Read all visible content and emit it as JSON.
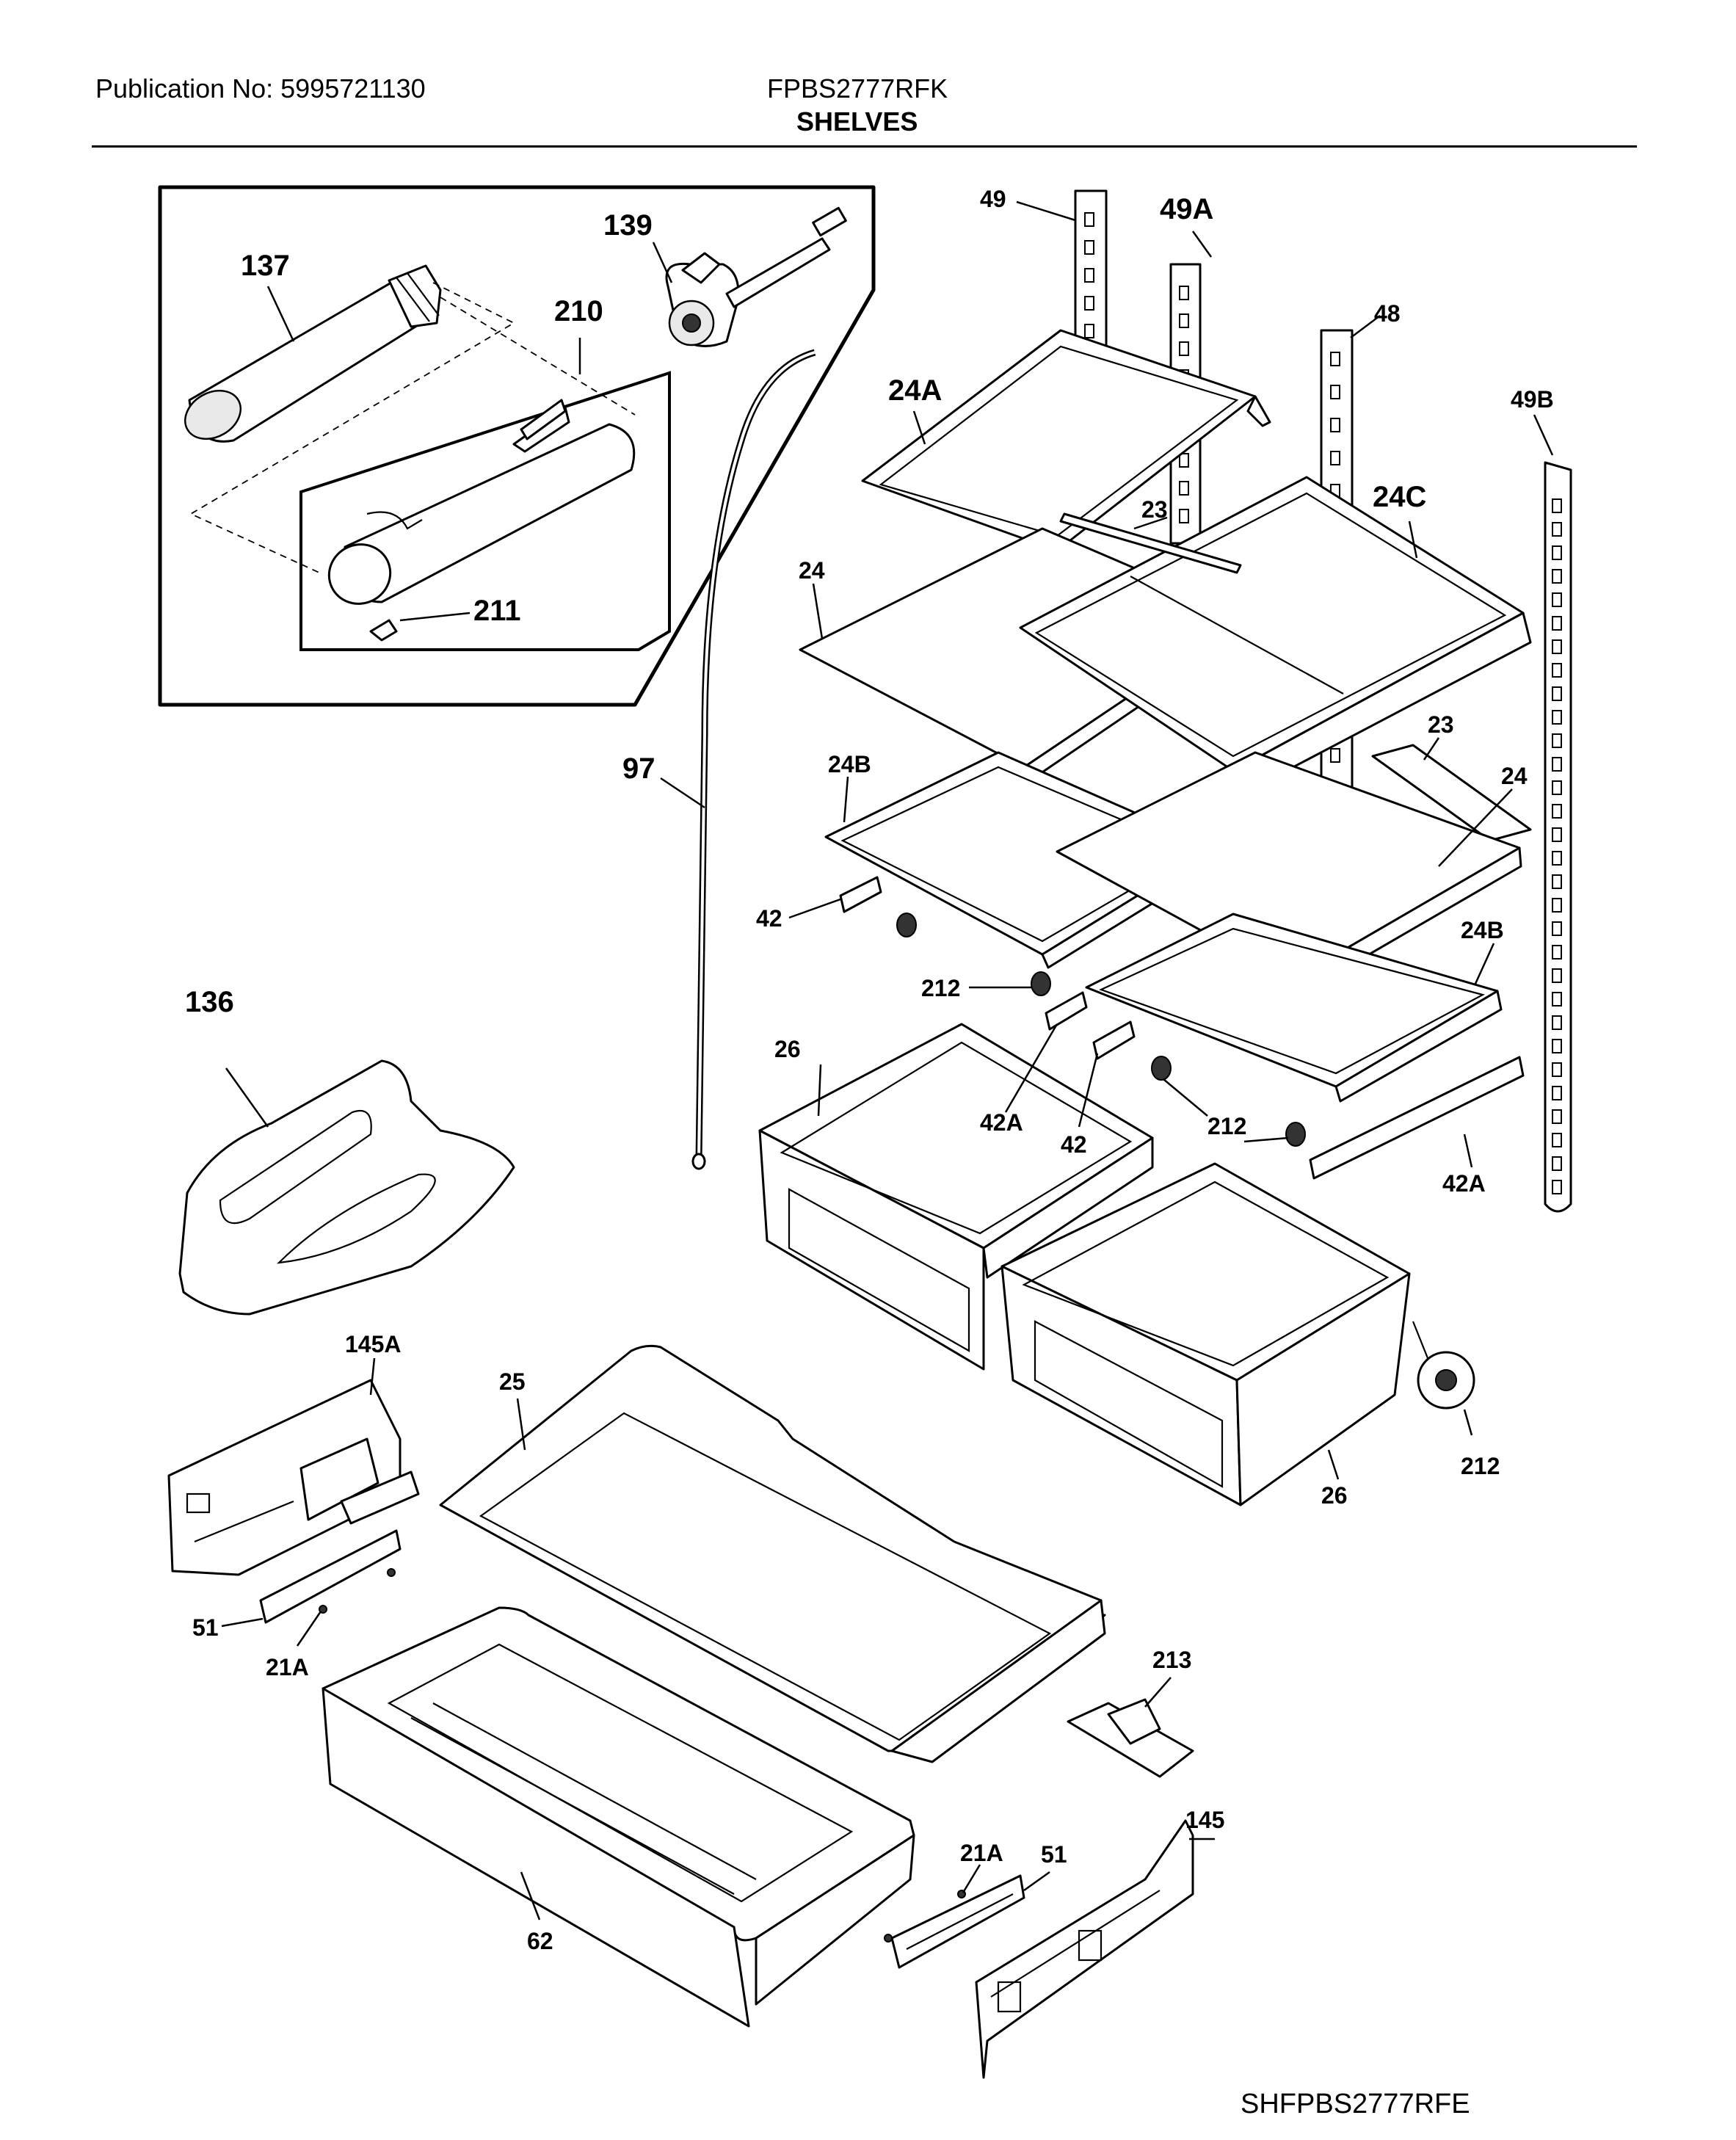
{
  "header": {
    "publication": "Publication No: 5995721130",
    "model": "FPBS2777RFK",
    "section_title": "SHELVES"
  },
  "footer": {
    "diagram_code": "SHFPBS2777RFE"
  },
  "callouts": {
    "p49": "49",
    "p49A": "49A",
    "p48": "48",
    "p49B": "49B",
    "p137": "137",
    "p139": "139",
    "p210": "210",
    "p211": "211",
    "p24A": "24A",
    "p23_top": "23",
    "p24C": "24C",
    "p24_top": "24",
    "p97": "97",
    "p24B_left": "24B",
    "p23_right": "23",
    "p24_right": "24",
    "p42_left": "42",
    "p24B_right": "24B",
    "p212_a": "212",
    "p136": "136",
    "p26_left": "26",
    "p42A_mid": "42A",
    "p42_mid": "42",
    "p212_b": "212",
    "p42A_right": "42A",
    "p145A": "145A",
    "p25": "25",
    "p212_c": "212",
    "p26_right": "26",
    "p51_left": "51",
    "p21A_left": "21A",
    "p213": "213",
    "p145": "145",
    "p21A_right": "21A",
    "p51_right": "51",
    "p62": "62"
  }
}
